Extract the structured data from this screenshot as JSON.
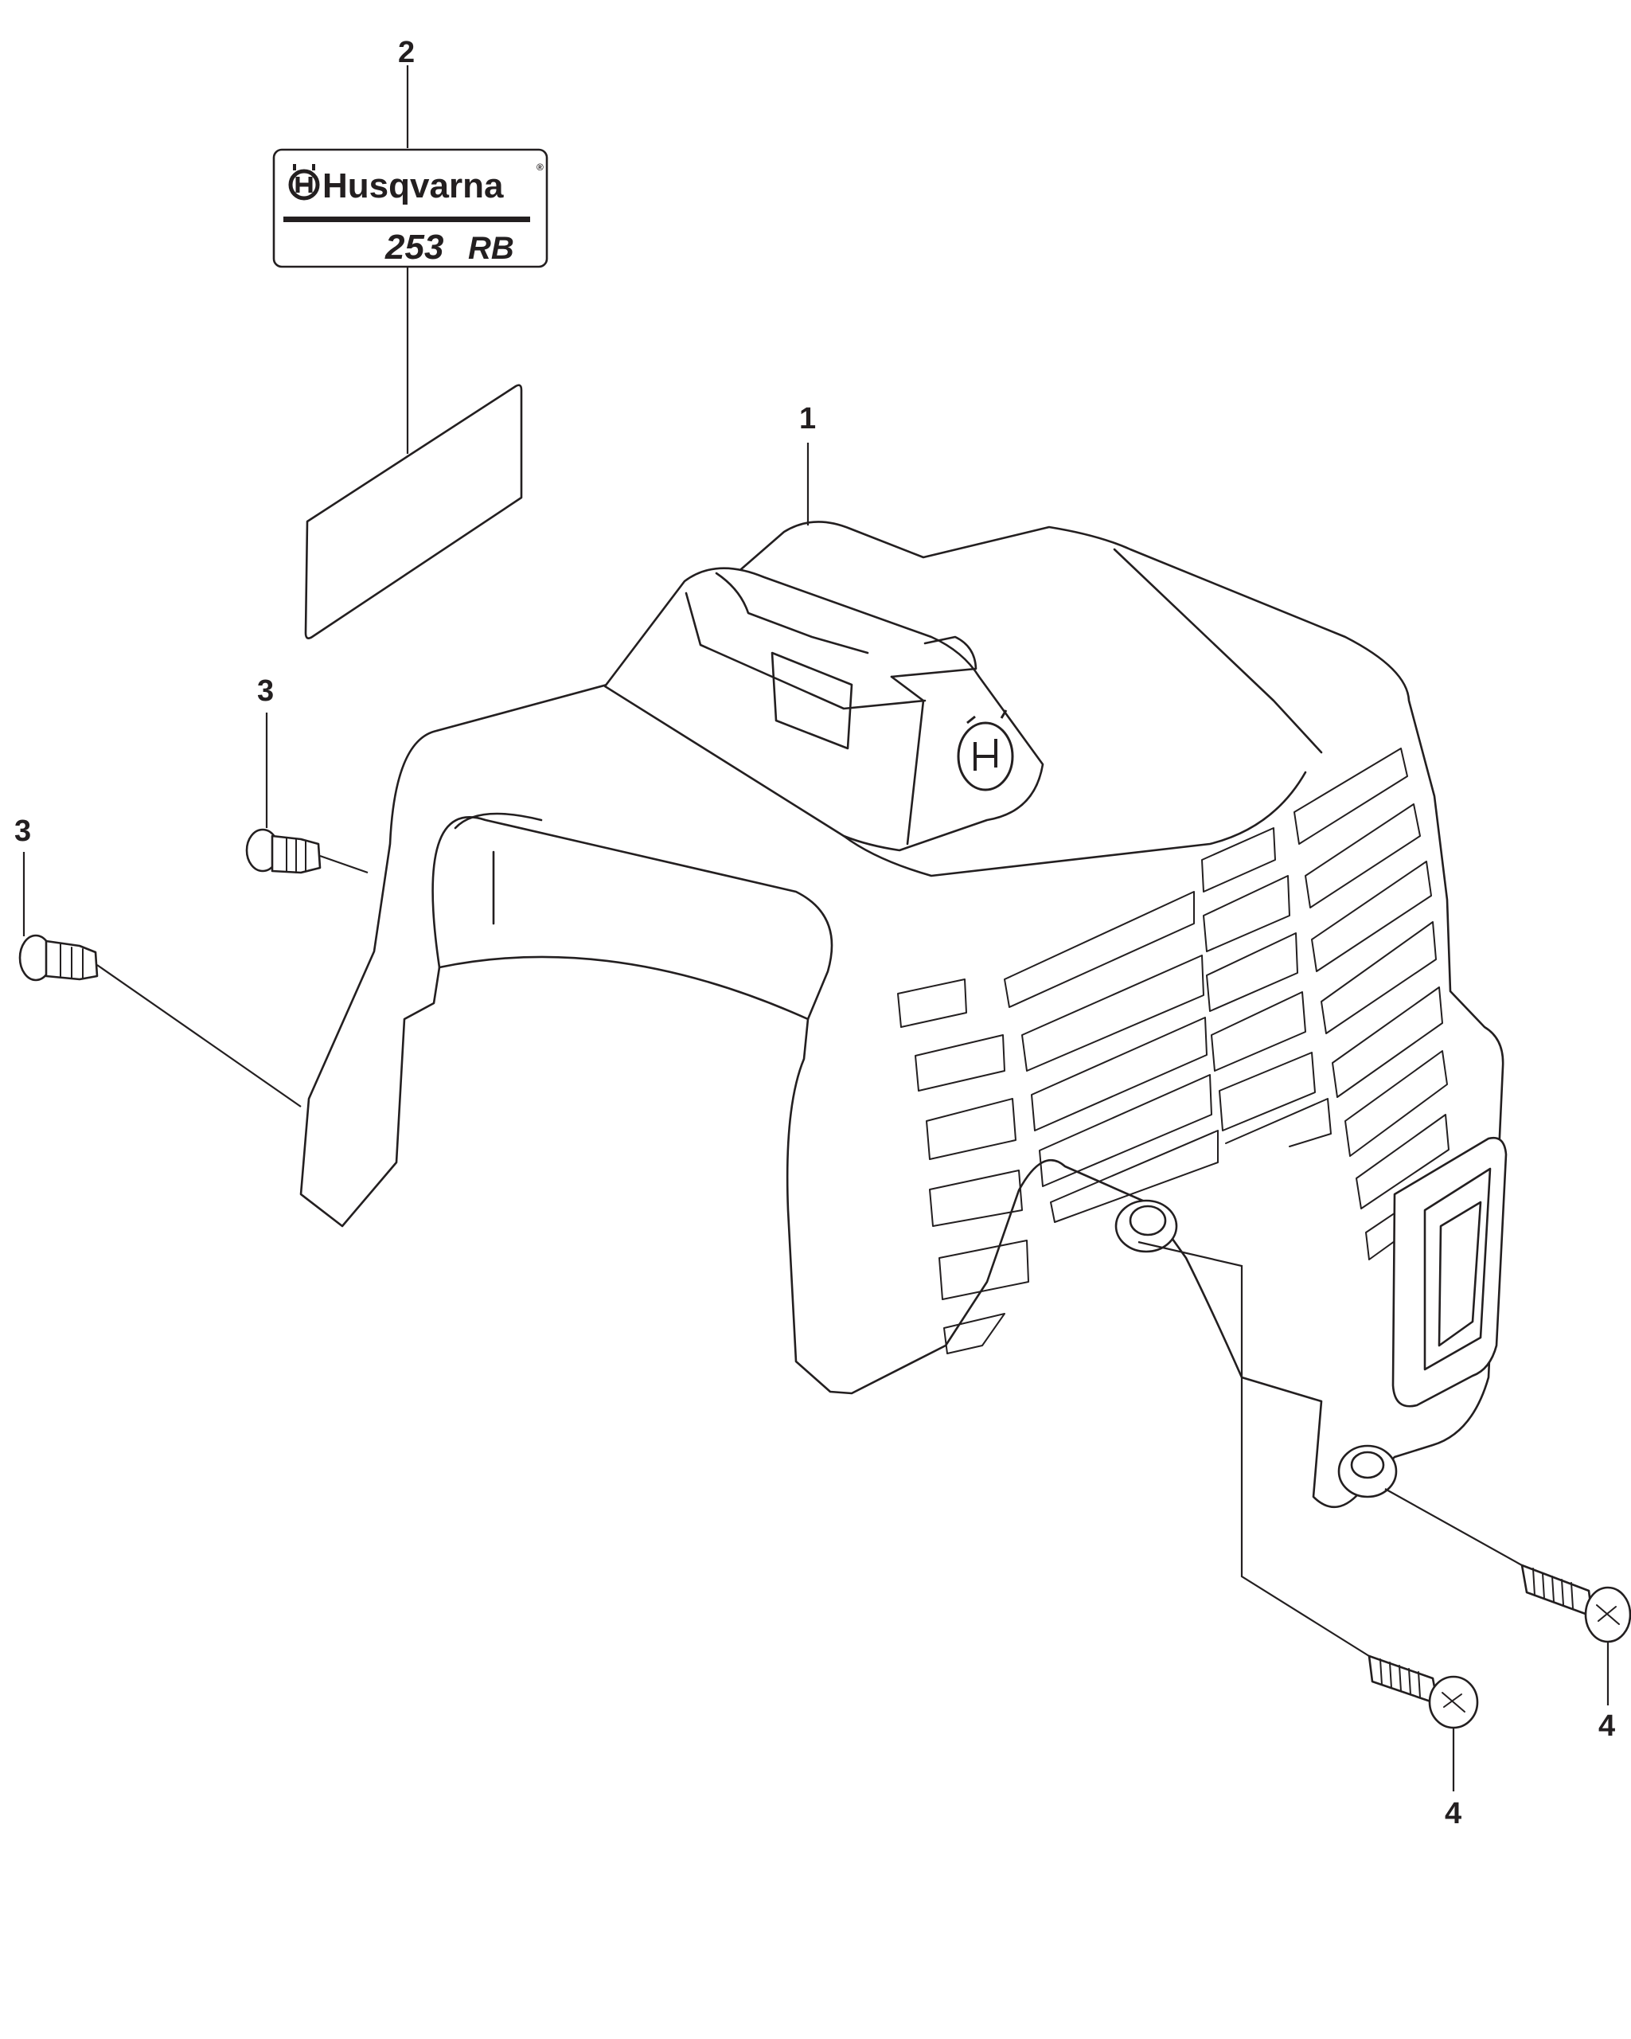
{
  "callouts": [
    {
      "id": "c1",
      "label": "1"
    },
    {
      "id": "c2",
      "label": "2"
    },
    {
      "id": "c3a",
      "label": "3"
    },
    {
      "id": "c3b",
      "label": "3"
    },
    {
      "id": "c4a",
      "label": "4"
    },
    {
      "id": "c4b",
      "label": "4"
    }
  ],
  "decal": {
    "brand": "Husqvarna",
    "model_number": "253",
    "model_suffix": "RB"
  }
}
